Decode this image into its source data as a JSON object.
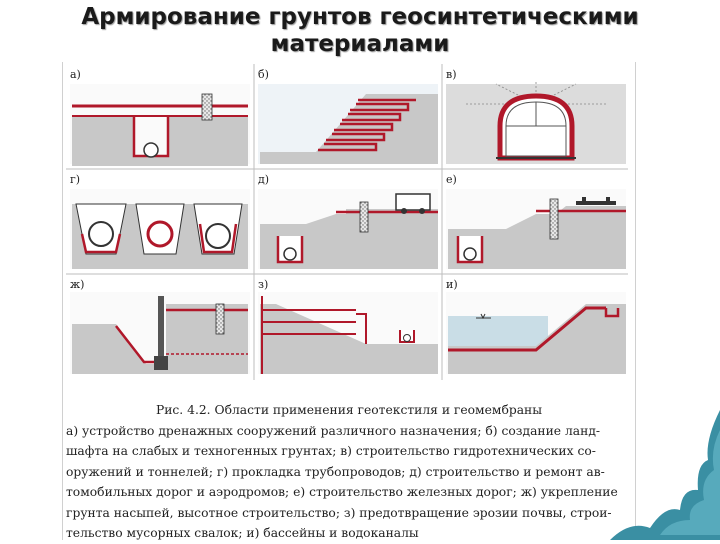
{
  "slide": {
    "title_line1": "Армирование грунтов геосинтетическими",
    "title_line2": "материалами"
  },
  "panels": [
    {
      "label": "а)"
    },
    {
      "label": "б)"
    },
    {
      "label": "в)"
    },
    {
      "label": "г)"
    },
    {
      "label": "д)"
    },
    {
      "label": "е)"
    },
    {
      "label": "ж)"
    },
    {
      "label": "з)"
    },
    {
      "label": "и)"
    }
  ],
  "caption": {
    "title": "Рис. 4.2. Области применения геотекстиля и геомембраны",
    "lines": [
      "а) устройство дренажных сооружений различного назначения; б) создание ланд-",
      "шафта на слабых и техногенных грунтах; в) строительство гидротехнических со-",
      "оружений и тоннелей; г) прокладка трубопроводов; д) строительство и ремонт ав-",
      "томобильных дорог и аэродромов; е) строительство железных дорог; ж) укрепление",
      "грунта насыпей, высотное строительство; з) предотвращение эрозии почвы, строи-",
      "тельство мусорных свалок; и) бассейны и водоканалы"
    ]
  },
  "colors": {
    "membrane": "#b0182a",
    "soil": "#c8c8c8",
    "bg": "#ffffff",
    "accent": "#3a8fa3"
  }
}
